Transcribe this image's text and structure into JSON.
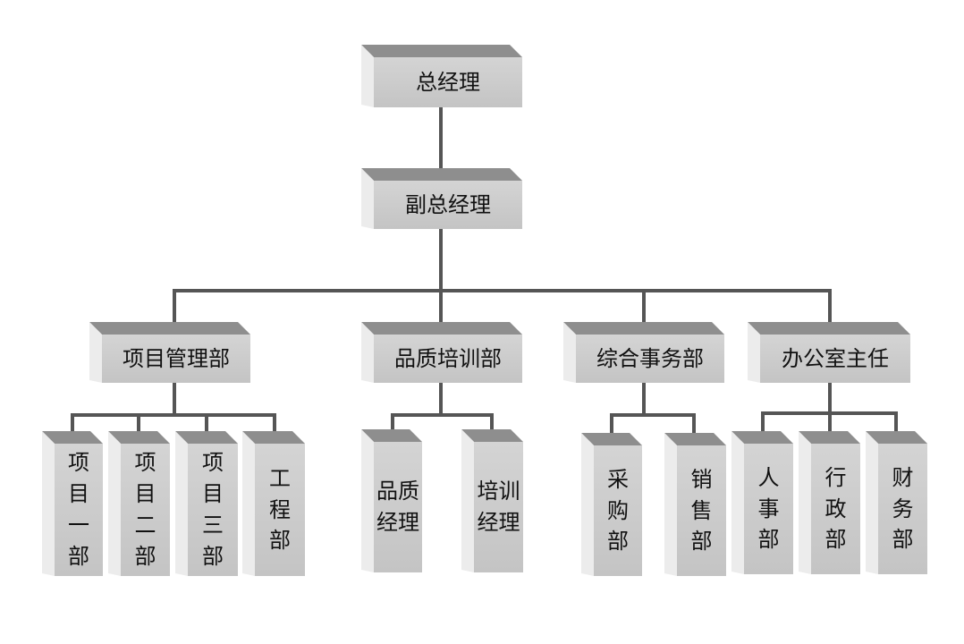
{
  "chart_title": "",
  "nodes": {
    "gm": "总经理",
    "dgm": "副总经理",
    "dept_project": "项目管理部",
    "dept_quality": "品质培训部",
    "dept_general": "综合事务部",
    "dept_office": "办公室主任"
  },
  "leaves": {
    "project": [
      "项\n目\n一\n部",
      "项\n目\n二\n部",
      "项\n目\n三\n部",
      "工\n程\n部"
    ],
    "quality": [
      "品质\n经理",
      "培训\n经理"
    ],
    "general": [
      "采\n购\n部",
      "销\n售\n部"
    ],
    "office": [
      "人\n事\n部",
      "行\n政\n部",
      "财\n务\n部"
    ]
  },
  "colors": {
    "line": "#555555",
    "box_front": "#cccccc",
    "box_top": "#8e8e8e"
  }
}
